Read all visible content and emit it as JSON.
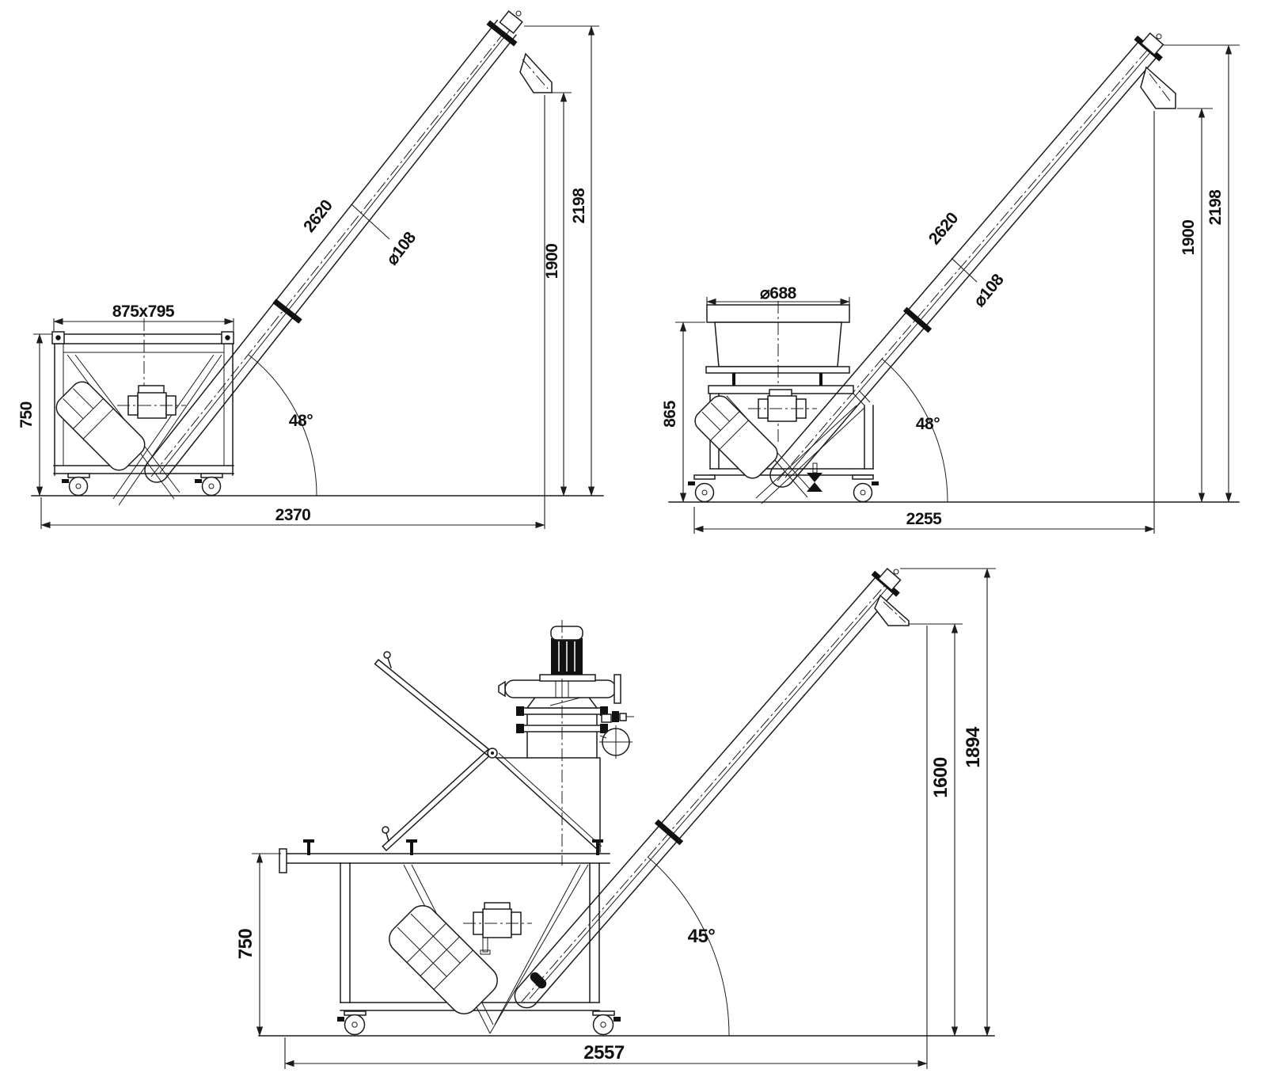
{
  "drawing": {
    "background": "#ffffff",
    "line_color": "#1c1c1c",
    "views": [
      {
        "name": "square-hopper-screw-conveyor",
        "labels": {
          "hopper_size": "875x795",
          "cart_height": "750",
          "overall_length": "2370",
          "screw_length": "2620",
          "tube_diameter": "⌀108",
          "incline_angle": "48°",
          "discharge_height": "1900",
          "overall_height": "2198"
        }
      },
      {
        "name": "round-hopper-screw-conveyor",
        "labels": {
          "hopper_diameter": "⌀688",
          "hopper_height": "865",
          "overall_length": "2255",
          "screw_length": "2620",
          "tube_diameter": "⌀108",
          "incline_angle": "48°",
          "discharge_height": "1900",
          "overall_height": "2198"
        }
      },
      {
        "name": "vacuum-loader-screw-conveyor",
        "labels": {
          "cart_height": "750",
          "overall_length": "2557",
          "incline_angle": "45°",
          "discharge_height": "1600",
          "overall_height": "1894"
        }
      }
    ]
  }
}
